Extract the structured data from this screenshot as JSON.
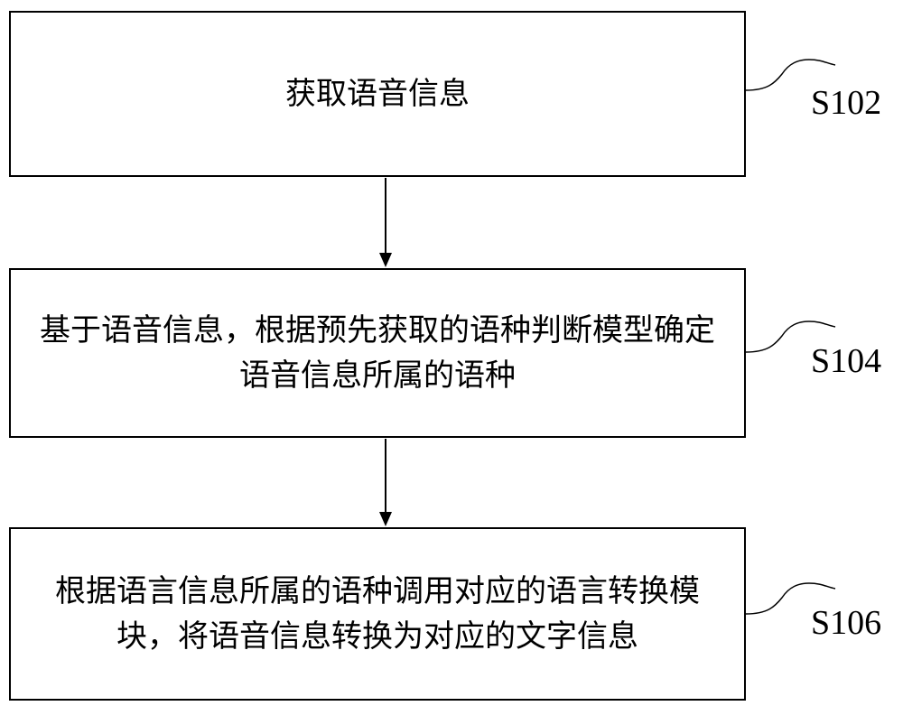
{
  "steps": [
    {
      "text": "获取语音信息",
      "label": "S102"
    },
    {
      "text": "基于语音信息，根据预先获取的语种判断模型确定语音信息所属的语种",
      "label": "S104"
    },
    {
      "text": "根据语言信息所属的语种调用对应的语言转换模块，将语音信息转换为对应的文字信息",
      "label": "S106"
    }
  ]
}
